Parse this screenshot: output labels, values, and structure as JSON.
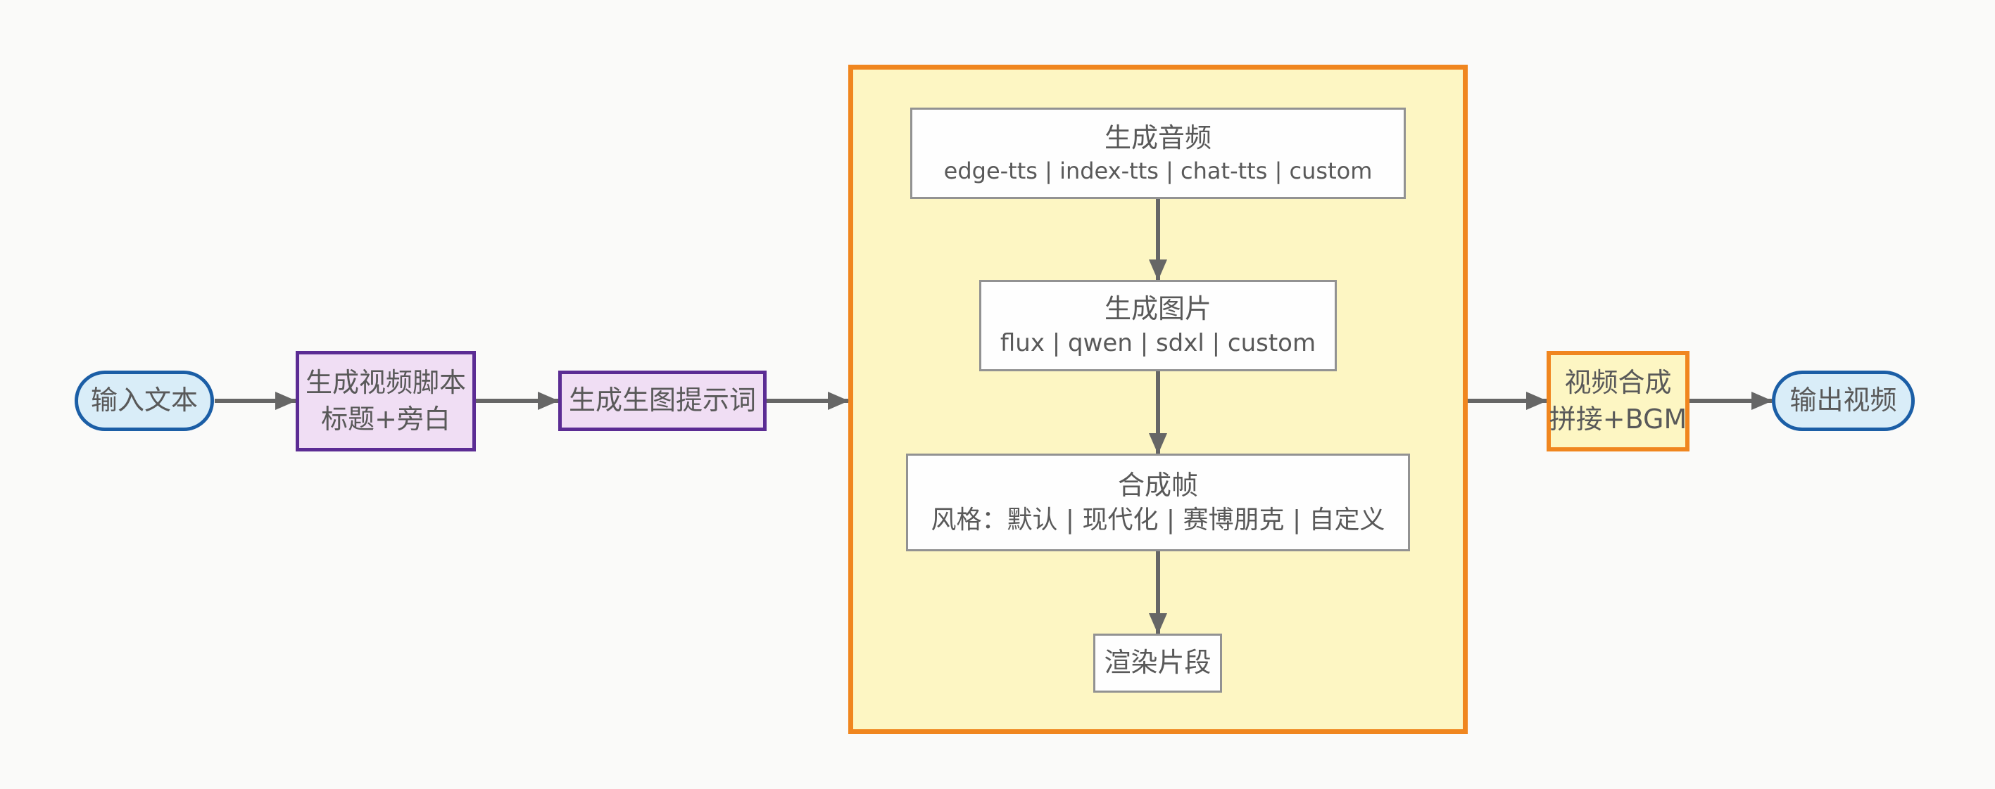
{
  "diagram": {
    "type": "flowchart",
    "direction": "left-to-right",
    "nodes": {
      "input": {
        "label": "输入文本",
        "shape": "stadium"
      },
      "script": {
        "line1": "生成视频脚本",
        "line2": "标题+旁白",
        "shape": "rect"
      },
      "prompt": {
        "label": "生成生图提示词",
        "shape": "rect"
      },
      "audio": {
        "line1": "生成音频",
        "line2": "edge-tts | index-tts | chat-tts | custom",
        "shape": "rect"
      },
      "image": {
        "line1": "生成图片",
        "line2": "flux | qwen | sdxl | custom",
        "shape": "rect"
      },
      "frame": {
        "line1": "合成帧",
        "line2": "风格：默认 | 现代化 | 赛博朋克 | 自定义",
        "shape": "rect"
      },
      "render": {
        "label": "渲染片段",
        "shape": "rect"
      },
      "compose": {
        "line1": "视频合成",
        "line2": "拼接+BGM",
        "shape": "rect"
      },
      "output": {
        "label": "输出视频",
        "shape": "stadium"
      }
    },
    "edges": [
      {
        "from": "input",
        "to": "script"
      },
      {
        "from": "script",
        "to": "prompt"
      },
      {
        "from": "prompt",
        "to": "subgraph"
      },
      {
        "from": "audio",
        "to": "image"
      },
      {
        "from": "image",
        "to": "frame"
      },
      {
        "from": "frame",
        "to": "render"
      },
      {
        "from": "subgraph",
        "to": "compose"
      },
      {
        "from": "compose",
        "to": "output"
      }
    ]
  },
  "colors": {
    "bg": "#fafaf9",
    "arrow": "#666666",
    "text": "#595959",
    "blue_border": "#1b5ea6",
    "blue_fill": "#d9edf8",
    "purple_border": "#5b2c94",
    "purple_fill": "#f0def4",
    "orange_border": "#f0861f",
    "yellow_fill": "#fdf6c3",
    "white_fill": "#fefefe",
    "gray_border": "#929292"
  }
}
